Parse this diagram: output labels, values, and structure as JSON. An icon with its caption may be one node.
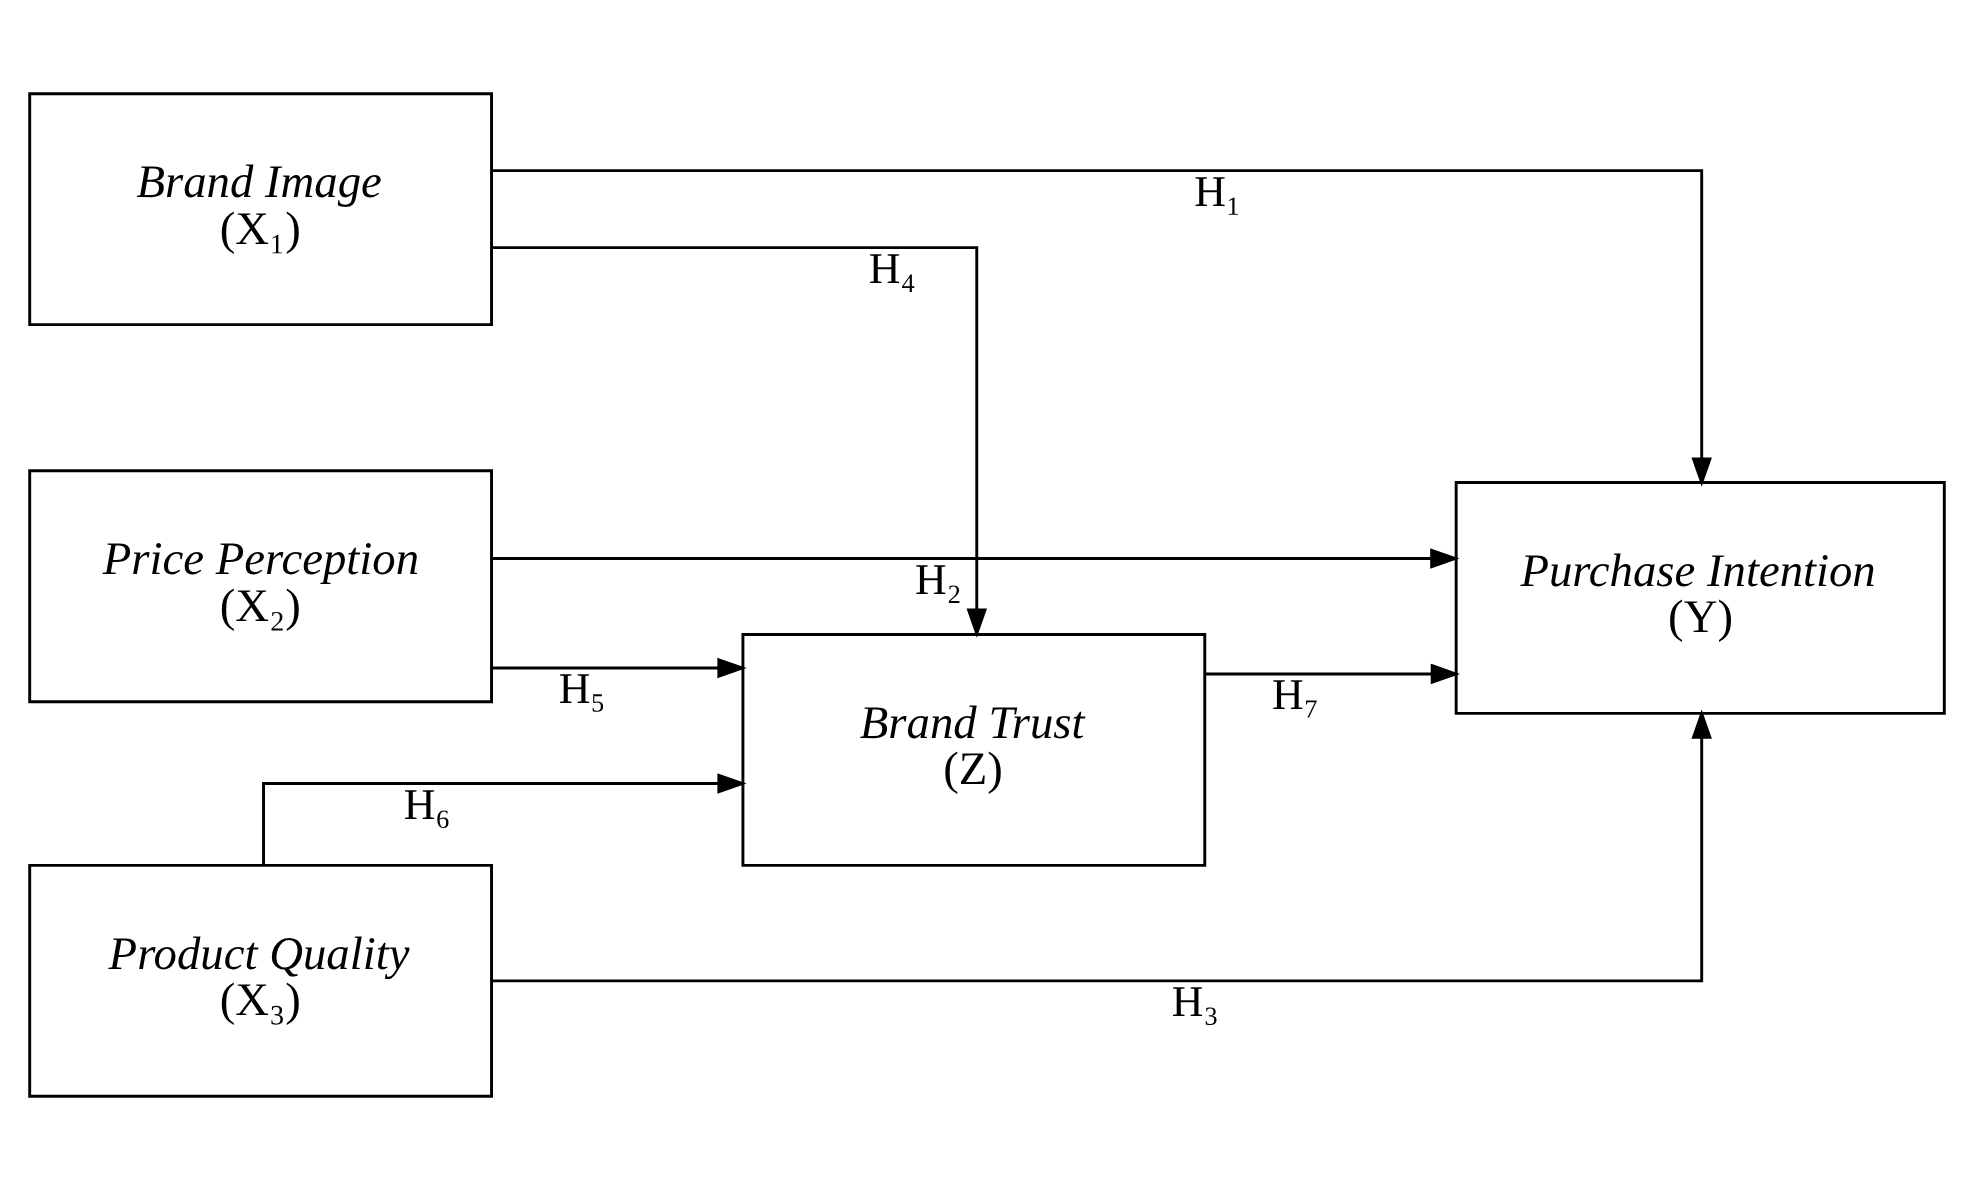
{
  "diagram": {
    "nodes": [
      {
        "text": [
          "Brand Image",
          "(X₁)"
        ]
      },
      {
        "text": [
          "Price Perception",
          "(X₂)"
        ]
      },
      {
        "text": [
          "Product Quality",
          "(X₃)"
        ]
      },
      {
        "text": [
          "Brand Trust",
          "(Z)"
        ]
      },
      {
        "text": [
          "Purchase Intention",
          "(Y)"
        ]
      }
    ],
    "edges": [
      {
        "from": 0,
        "to": 4,
        "arrow": "to",
        "label": "H₁"
      },
      {
        "from": 1,
        "to": 4,
        "arrow": "to",
        "label": "H₂"
      },
      {
        "from": 2,
        "to": 4,
        "arrow": "to",
        "label": "H₃"
      },
      {
        "from": 0,
        "to": 3,
        "arrow": "to",
        "label": "H₄"
      },
      {
        "from": 1,
        "to": 3,
        "arrow": "to",
        "label": "H₅"
      },
      {
        "from": 2,
        "to": 3,
        "arrow": "to",
        "label": "H₆"
      },
      {
        "from": 3,
        "to": 4,
        "arrow": "to",
        "label": "H₇"
      }
    ]
  }
}
